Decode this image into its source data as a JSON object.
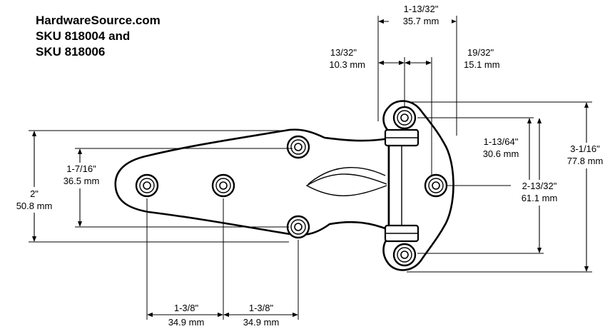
{
  "header": {
    "line1": "HardwareSource.com",
    "line2": "SKU 818004 and",
    "line3": "SKU 818006"
  },
  "dimensions": {
    "pin_to_outer": {
      "inch": "1-13/32\"",
      "mm": "35.7 mm"
    },
    "pin_offset_left": {
      "inch": "13/32\"",
      "mm": "10.3 mm"
    },
    "pin_offset_right": {
      "inch": "19/32\"",
      "mm": "15.1 mm"
    },
    "leaf_hole_spacing": {
      "inch": "1-7/16\"",
      "mm": "36.5 mm"
    },
    "leaf_width": {
      "inch": "2\"",
      "mm": "50.8 mm"
    },
    "flange_upper_hole": {
      "inch": "1-13/64\"",
      "mm": "30.6 mm"
    },
    "flange_hole_span": {
      "inch": "2-13/32\"",
      "mm": "61.1 mm"
    },
    "flange_height": {
      "inch": "3-1/16\"",
      "mm": "77.8 mm"
    },
    "hole_pitch_left": {
      "inch": "1-3/8\"",
      "mm": "34.9 mm"
    },
    "hole_pitch_right": {
      "inch": "1-3/8\"",
      "mm": "34.9 mm"
    }
  }
}
